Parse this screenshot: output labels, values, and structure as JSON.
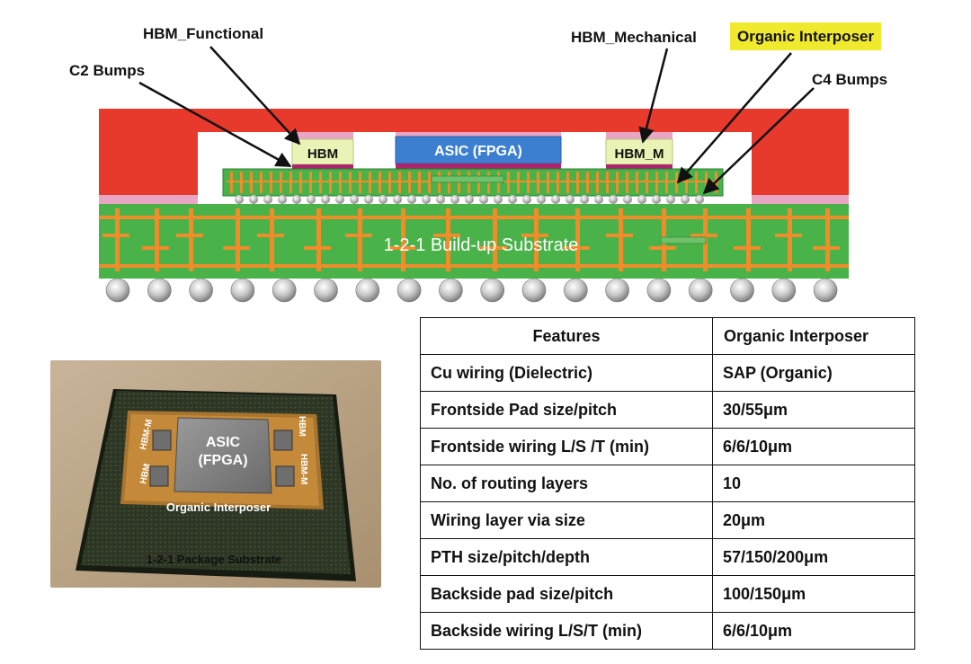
{
  "diagram": {
    "labels": {
      "hbm_functional": "HBM_Functional",
      "c2_bumps": "C2 Bumps",
      "hbm_mechanical": "HBM_Mechanical",
      "organic_interposer": "Organic Interposer",
      "c4_bumps": "C4 Bumps"
    },
    "components": {
      "hbm": "HBM",
      "asic": "ASIC (FPGA)",
      "hbm_m": "HBM_M",
      "substrate": "1-2-1 Build-up Substrate"
    },
    "colors": {
      "lid": "#e8392d",
      "substrate": "#49b34a",
      "copper": "#f08c2a",
      "asic": "#3c7fd1",
      "hbm": "#e9f3b6",
      "highlight": "#f0ea2e"
    }
  },
  "photo": {
    "asic_label_1": "ASIC",
    "asic_label_2": "(FPGA)",
    "hbm_m_top_left": "HBM-M",
    "hbm_bottom_left": "HBM",
    "hbm_top_right": "HBM",
    "hbm_m_bottom_right": "HBM-M",
    "interposer_label": "Organic Interposer",
    "substrate_label": "1-2-1 Package Substrate"
  },
  "table": {
    "headers": [
      "Features",
      "Organic Interposer"
    ],
    "rows": [
      [
        "Cu wiring (Dielectric)",
        "SAP (Organic)"
      ],
      [
        "Frontside Pad size/pitch",
        "30/55μm"
      ],
      [
        "Frontside wiring L/S /T (min)",
        "6/6/10μm"
      ],
      [
        "No. of routing layers",
        "10"
      ],
      [
        "Wiring layer via size",
        "20μm"
      ],
      [
        "PTH size/pitch/depth",
        "57/150/200μm"
      ],
      [
        "Backside pad size/pitch",
        "100/150μm"
      ],
      [
        "Backside wiring L/S/T (min)",
        "6/6/10μm"
      ]
    ]
  }
}
